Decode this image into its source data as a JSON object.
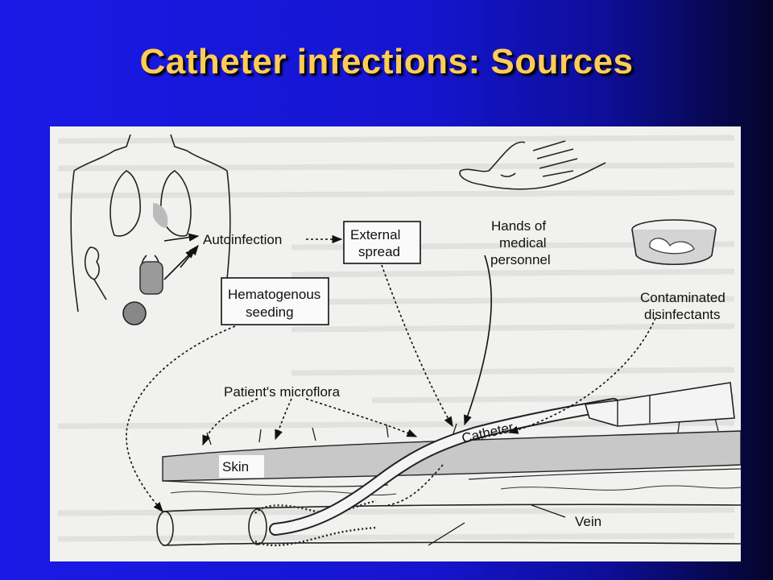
{
  "title": "Catheter infections: Sources",
  "labels": {
    "autoinfection": "Autoinfection",
    "external_spread_1": "External",
    "external_spread_2": "spread",
    "hands_1": "Hands of",
    "hands_2": "medical",
    "hands_3": "personnel",
    "contaminated_1": "Contaminated",
    "contaminated_2": "disinfectants",
    "hematogenous_1": "Hematogenous",
    "hematogenous_2": "seeding",
    "microflora": "Patient's microflora",
    "catheter": "Catheter",
    "skin": "Skin",
    "vein": "Vein"
  },
  "colors": {
    "background": "#1515d0",
    "title": "#ffcc55",
    "figure_paper": "#f1f1ef",
    "ink": "#111111"
  }
}
